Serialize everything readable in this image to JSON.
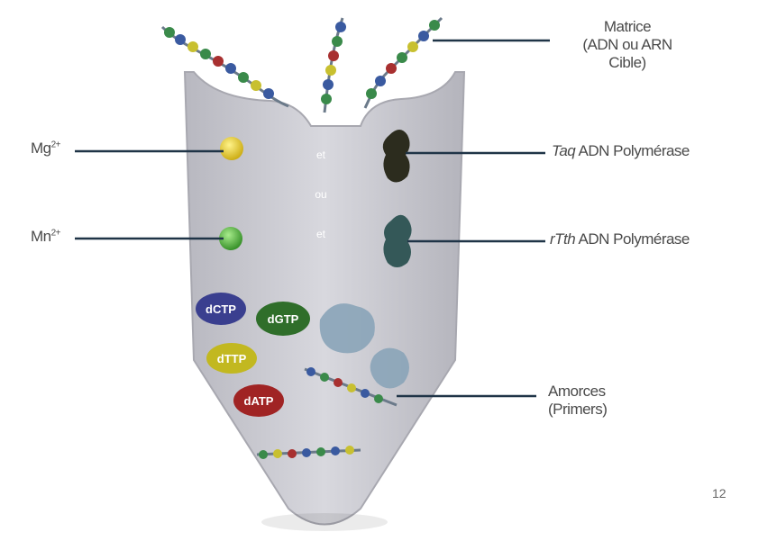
{
  "labels": {
    "matrice_l1": "Matrice",
    "matrice_l2": "(ADN ou ARN",
    "matrice_l3": "Cible)",
    "mg_base": "Mg",
    "mg_sup": "2+",
    "mn_base": "Mn",
    "mn_sup": "2+",
    "taq_italic": "Taq",
    "taq_rest": " ADN Polymérase",
    "rtth_italic": "rTth",
    "rtth_rest": " ADN Polymérase",
    "amorces_l1": "Amorces",
    "amorces_l2": "(Primers)",
    "tube_et_1": "et",
    "tube_ou": "ou",
    "tube_et_2": "et"
  },
  "nucleotides": {
    "dctp": "dCTP",
    "dgtp": "dGTP",
    "dttp": "dTTP",
    "datp": "dATP"
  },
  "page_number": "12",
  "colors": {
    "tube": "#c9c9cf",
    "tube_edge": "#a9a9b2",
    "leader": "#1f3447",
    "mg_ion": "#e2c81a",
    "mn_ion": "#4caf3c",
    "taq_enzyme": "#2c2c1e",
    "rtth_enzyme": "#345858",
    "dctp": "#3a3f8f",
    "dgtp": "#2f6e2a",
    "dttp": "#c2b820",
    "datp": "#a02424",
    "primer_complex": "#8aa4b8"
  }
}
